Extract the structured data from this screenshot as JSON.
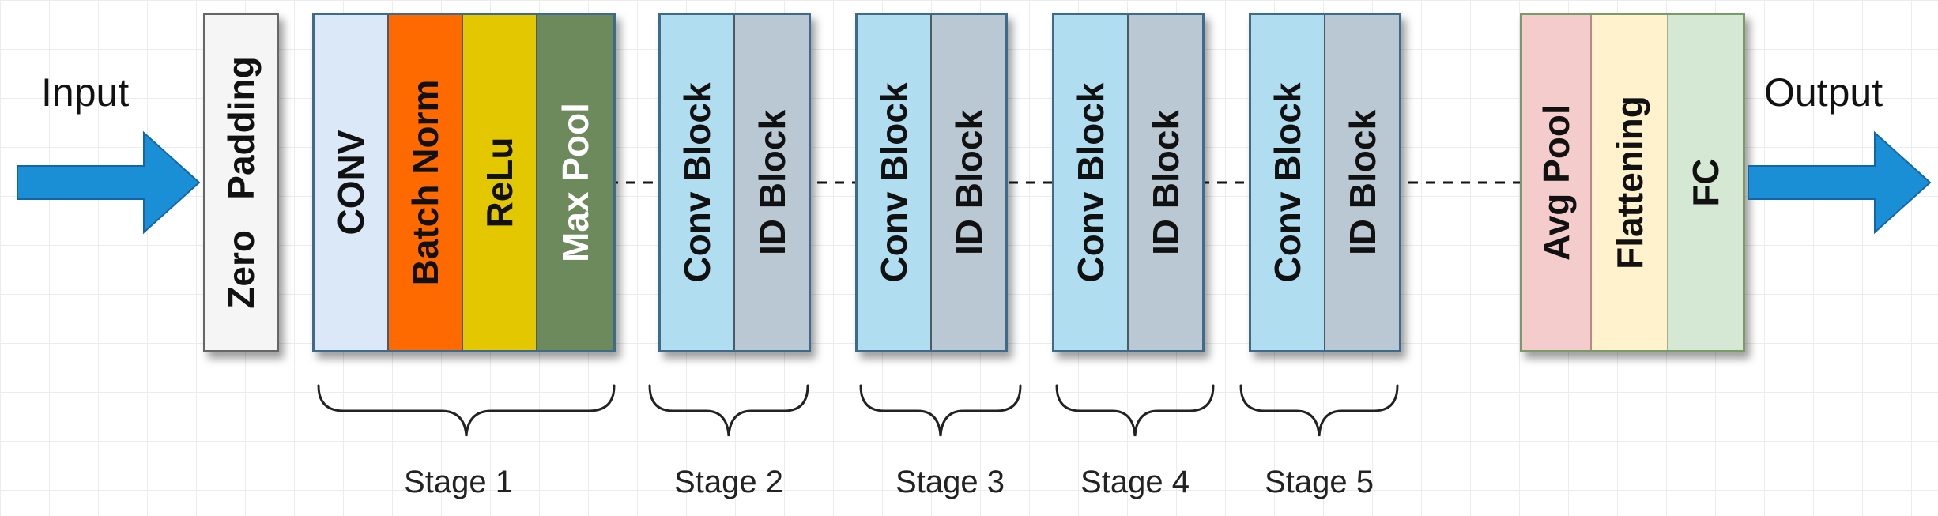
{
  "labels": {
    "input": "Input",
    "output": "Output"
  },
  "zero_padding": {
    "lines": [
      "Zero",
      "Padding"
    ]
  },
  "stage1_cells": [
    {
      "label": "CONV",
      "color": "#dbe8f8"
    },
    {
      "label": "Batch Norm",
      "color": "#ff6a00"
    },
    {
      "label": "ReLu",
      "color": "#e3c700"
    },
    {
      "label": "Max Pool",
      "color": "#6d8a5c"
    }
  ],
  "stage_blocks": [
    {
      "conv_label": "Conv Block",
      "id_label": "ID Block"
    },
    {
      "conv_label": "Conv Block",
      "id_label": "ID Block"
    },
    {
      "conv_label": "Conv Block",
      "id_label": "ID Block"
    },
    {
      "conv_label": "Conv Block",
      "id_label": "ID Block"
    }
  ],
  "head_cells": [
    {
      "label": "Avg Pool",
      "color": "#f5cccc"
    },
    {
      "label": "Flattening",
      "color": "#fff2cc"
    },
    {
      "label": "FC",
      "color": "#d5e8d4"
    }
  ],
  "stages": [
    "Stage 1",
    "Stage 2",
    "Stage 3",
    "Stage 4",
    "Stage 5"
  ],
  "colors": {
    "conv_block": "#b1ddf0",
    "id_block": "#bac8d3",
    "arrow": "#1b8fd6",
    "zero_padding": "#f5f5f5"
  }
}
